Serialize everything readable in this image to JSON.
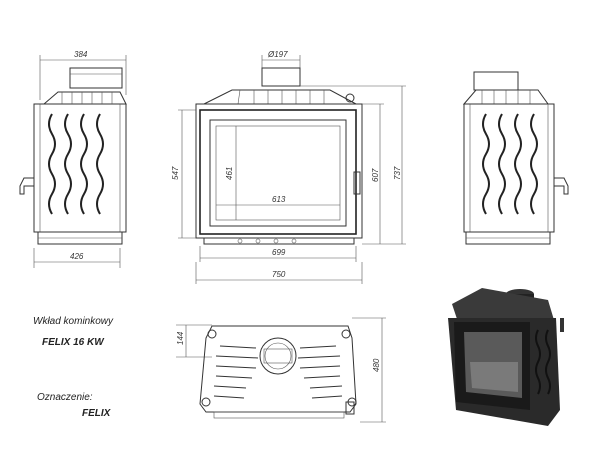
{
  "dimensions": {
    "front_width_top": "384",
    "side_depth_bottom": "426",
    "flue_diameter": "Ø197",
    "height_547": "547",
    "height_461": "461",
    "width_613": "613",
    "width_699": "699",
    "width_750": "750",
    "height_607": "607",
    "height_737": "737",
    "top_144": "144",
    "top_480": "480"
  },
  "caption": {
    "product_label": "Wkład kominkowy",
    "product_name": "FELIX 16 KW",
    "marking_label": "Oznaczenie:",
    "marking_value": "FELIX"
  }
}
